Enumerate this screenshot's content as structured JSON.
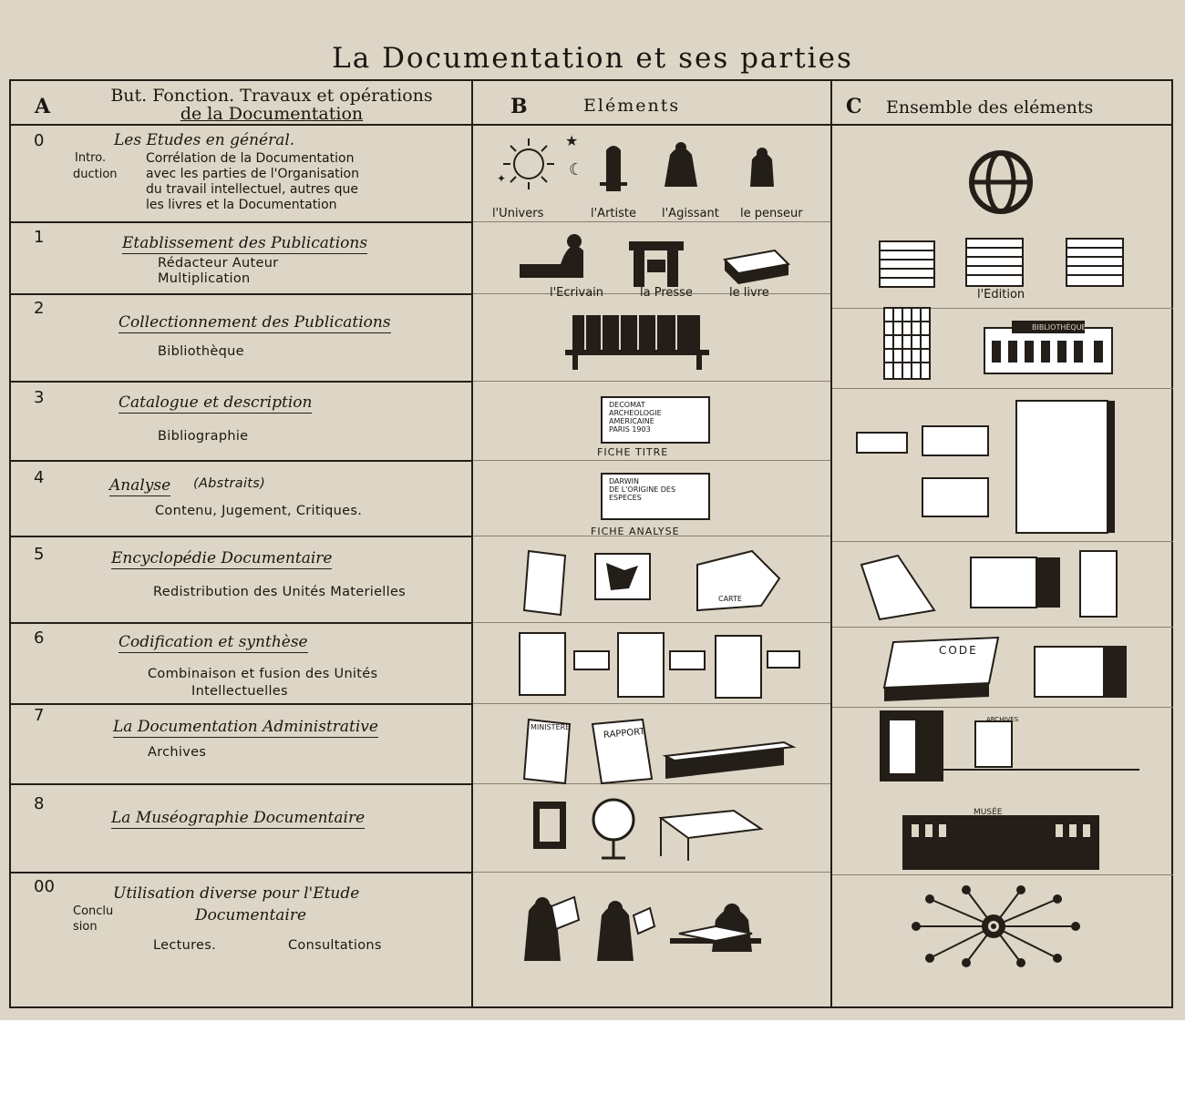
{
  "title": "La Documentation et ses parties",
  "headers": {
    "a_letter": "A",
    "a_text_1": "But. Fonction. Travaux et opérations",
    "a_text_2": "de la Documentation",
    "b_letter": "B",
    "b_text": "Eléments",
    "c_letter": "C",
    "c_text": "Ensemble des eléments"
  },
  "rows": [
    {
      "num": "0",
      "title": "Les Etudes en général.",
      "side_1": "Intro.",
      "side_2": "duction",
      "sub": [
        "Corrélation de la Documentation",
        "avec les parties de l'Organisation",
        "du travail intellectuel, autres que",
        "les livres et la Documentation"
      ],
      "captions": [
        "l'Univers",
        "l'Artiste",
        "l'Agissant",
        "le penseur"
      ]
    },
    {
      "num": "1",
      "title": "Etablissement des Publications",
      "sub": [
        "Rédacteur Auteur",
        "Multiplication"
      ],
      "captions": [
        "l'Ecrivain",
        "la Presse",
        "le livre"
      ],
      "c_caption": "l'Edition"
    },
    {
      "num": "2",
      "title": "Collectionnement des Publications",
      "sub": [
        "Bibliothèque"
      ],
      "c_label": "BIBLIOTHÈQUE"
    },
    {
      "num": "3",
      "title": "Catalogue et description",
      "sub": [
        "Bibliographie"
      ],
      "card_text": [
        "DECOMAT",
        "ARCHEOLOGIE",
        "AMERICAINE",
        "PARIS 1903"
      ],
      "caption": "FICHE TITRE"
    },
    {
      "num": "4",
      "title": "Analyse",
      "title_extra": "(Abstraits)",
      "sub": [
        "Contenu, Jugement, Critiques."
      ],
      "card_text": [
        "DARWIN",
        "DE L'ORIGINE DES",
        "ESPECES"
      ],
      "caption": "FICHE ANALYSE"
    },
    {
      "num": "5",
      "title": "Encyclopédie Documentaire",
      "sub": [
        "Redistribution des Unités Materielles"
      ],
      "map_label": "CARTE"
    },
    {
      "num": "6",
      "title": "Codification et synthèse",
      "sub": [
        "Combinaison et fusion des Unités",
        "Intellectuelles"
      ],
      "book_label": "CODE"
    },
    {
      "num": "7",
      "title": "La Documentation Administrative",
      "sub": [
        "Archives"
      ],
      "doc_labels": [
        "MINISTERE",
        "RAPPORT"
      ],
      "c_label": "ARCHIVES"
    },
    {
      "num": "8",
      "title": "La Muséographie Documentaire",
      "sub": [],
      "c_label": "MUSÉE"
    },
    {
      "num": "00",
      "title": "Utilisation diverse pour l'Etude",
      "title_2": "Documentaire",
      "side_1": "Conclu",
      "side_2": "sion",
      "sub": [
        "Lectures.",
        "Consultations"
      ]
    }
  ],
  "colors": {
    "paper": "#ddd5c5",
    "ink": "#231e18"
  }
}
